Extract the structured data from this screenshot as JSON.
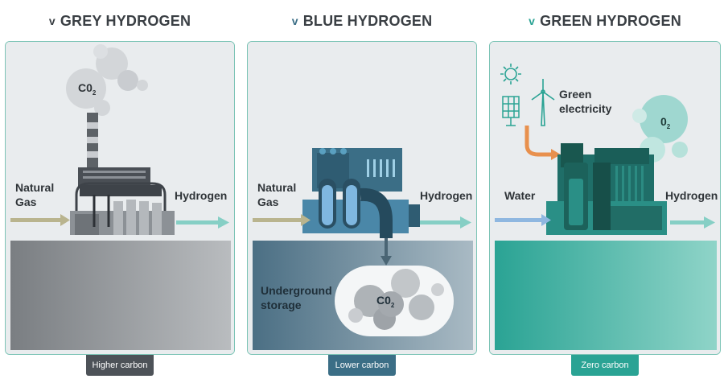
{
  "headings": {
    "grey": {
      "marker": "v",
      "title": "GREY HYDROGEN"
    },
    "blue": {
      "marker": "v",
      "title": "BLUE HYDROGEN"
    },
    "green": {
      "marker": "v",
      "title": "GREEN HYDROGEN"
    }
  },
  "grey_panel": {
    "input_line1": "Natural",
    "input_line2": "Gas",
    "output": "Hydrogen",
    "emission": "C0",
    "emission_sub": "2",
    "badge": "Higher carbon"
  },
  "blue_panel": {
    "input_line1": "Natural",
    "input_line2": "Gas",
    "output": "Hydrogen",
    "storage_line1": "Underground",
    "storage_line2": "storage",
    "stored": "C0",
    "stored_sub": "2",
    "badge": "Lower carbon"
  },
  "green_panel": {
    "input": "Water",
    "output": "Hydrogen",
    "power_line1": "Green",
    "power_line2": "electricity",
    "emission": "0",
    "emission_sub": "2",
    "badge": "Zero carbon"
  },
  "colors": {
    "grey_badge": "#4d5258",
    "blue_badge": "#3b6e86",
    "green_badge": "#2aa394",
    "panel_border": "#7cc4b6",
    "output_arrow": "#86cfc5",
    "input_arrow": "#b9b48e",
    "water_arrow": "#8fb7e0",
    "electric_arrow": "#e8904d"
  },
  "icons": [
    "sun-icon",
    "solar-panel-icon",
    "wind-turbine-icon",
    "smoke-cloud-icon",
    "factory-icon",
    "co2-tank-icon",
    "electrolyser-icon"
  ]
}
